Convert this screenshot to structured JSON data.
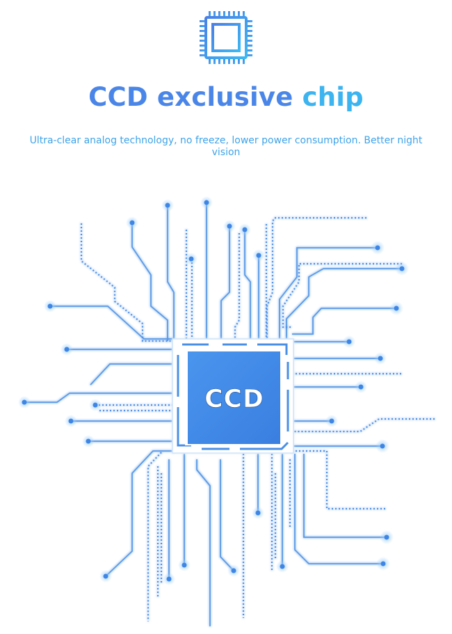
{
  "header": {
    "title_part1": "CCD exclusive",
    "title_part2": "chip",
    "subtitle": "Ultra-clear analog technology, no freeze, lower power consumption. Better night vision"
  },
  "chip": {
    "label": "CCD"
  },
  "icons": {
    "top": "processor-chip-icon"
  },
  "colors": {
    "title_blue": "#4a86e8",
    "title_cyan": "#3cb4f0",
    "subtitle": "#3ea3e8",
    "chip_fill": "#3d8be8",
    "trace": "#4a90e2",
    "node_glow": "#cfe6fb"
  }
}
